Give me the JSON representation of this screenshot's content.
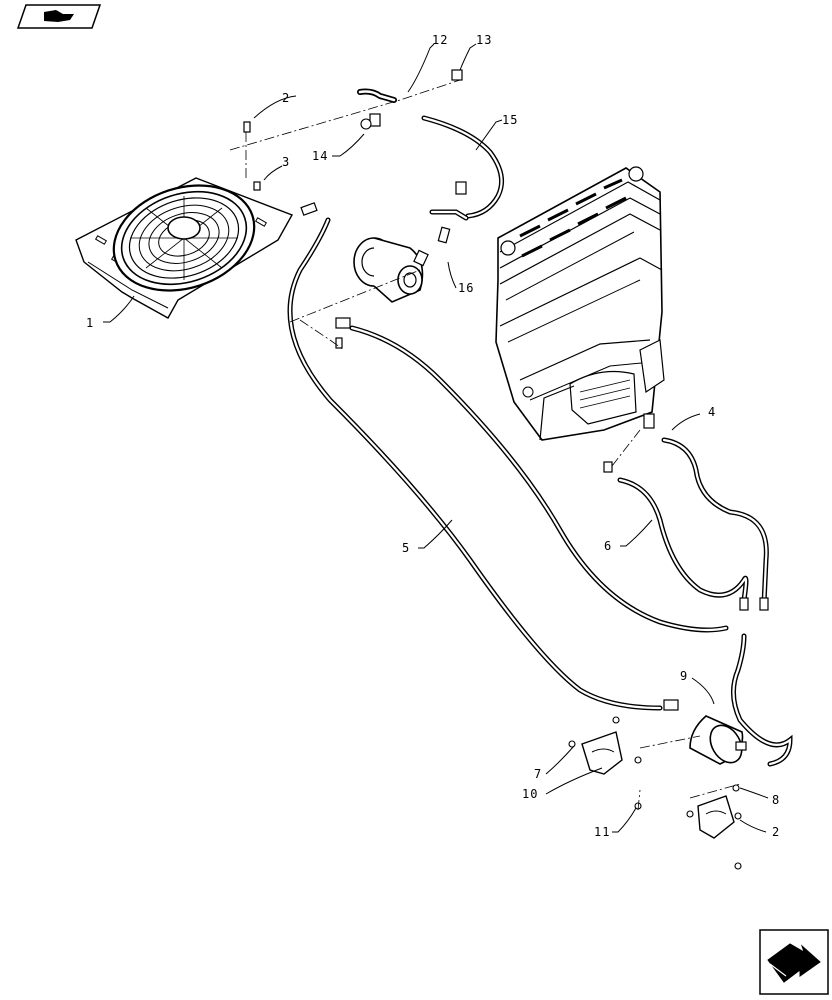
{
  "diagram": {
    "callouts": [
      {
        "label": "1"
      },
      {
        "label": "2"
      },
      {
        "label": "3"
      },
      {
        "label": "12"
      },
      {
        "label": "13"
      },
      {
        "label": "14"
      },
      {
        "label": "15"
      },
      {
        "label": "16"
      },
      {
        "label": "4"
      },
      {
        "label": "5"
      },
      {
        "label": "6"
      },
      {
        "label": "9"
      },
      {
        "label": "7"
      },
      {
        "label": "10"
      },
      {
        "label": "11"
      },
      {
        "label": "8"
      },
      {
        "label": "2"
      }
    ]
  },
  "nav": {
    "top_icon": "book-page-icon",
    "bottom_icon": "next-page-arrow-icon"
  }
}
